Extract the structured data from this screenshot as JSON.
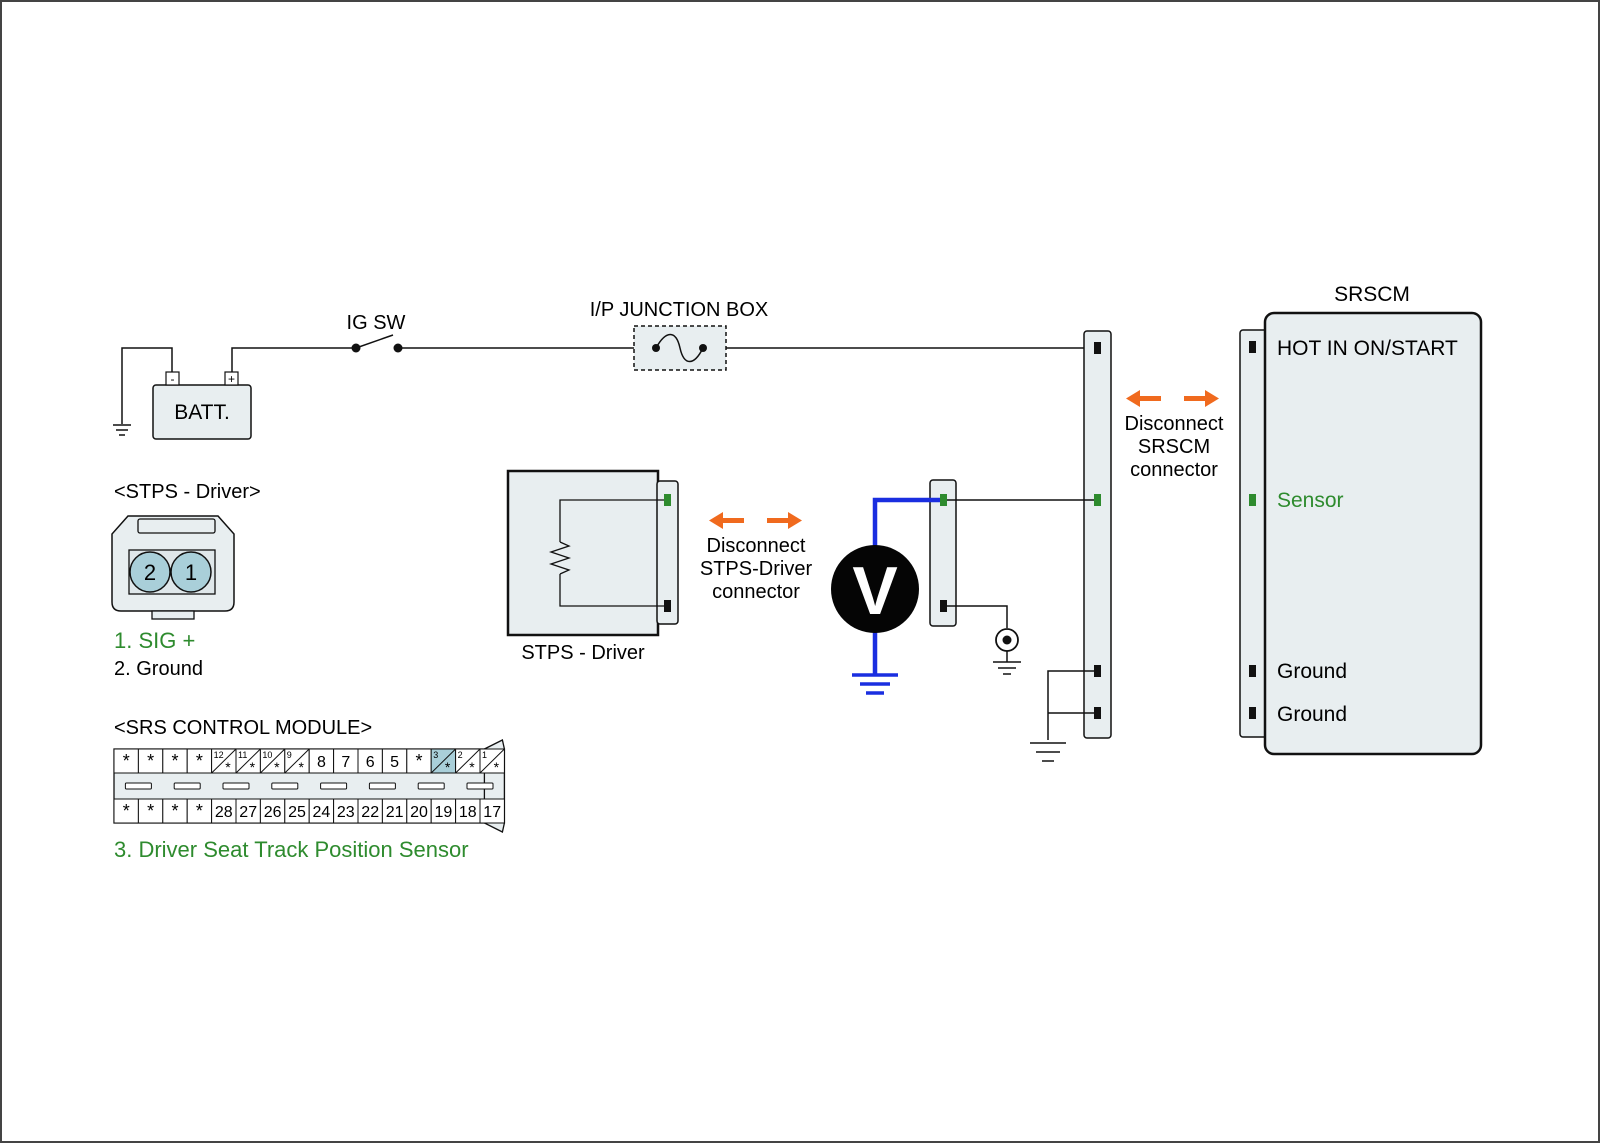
{
  "colors": {
    "wire": "#111111",
    "component_fill": "#e8eef0",
    "signal_green": "#2e8b2e",
    "meter_lead_blue": "#1a2ee0",
    "disconnect_orange": "#f06a1e",
    "pin_highlight": "#a9cfd9",
    "connector_face": "#dfe7ea"
  },
  "labels": {
    "ig_sw": "IG SW",
    "junction_box": "I/P JUNCTION BOX",
    "battery": "BATT.",
    "battery_neg": "-",
    "battery_pos": "+",
    "srscm_title": "SRSCM",
    "srscm_pin_hot": "HOT IN ON/START",
    "srscm_pin_sensor": "Sensor",
    "srscm_pin_ground1": "Ground",
    "srscm_pin_ground2": "Ground",
    "disconnect_srscm": [
      "Disconnect",
      "SRSCM",
      "connector"
    ],
    "disconnect_stps": [
      "Disconnect",
      "STPS-Driver",
      "connector"
    ],
    "stps_component": "STPS - Driver",
    "voltmeter_symbol": "V"
  },
  "stps_connector": {
    "title": "<STPS - Driver>",
    "pins": [
      "2",
      "1"
    ],
    "legend": [
      {
        "text": "1. SIG +",
        "color": "#2e8b2e"
      },
      {
        "text": "2. Ground",
        "color": "#111111"
      }
    ]
  },
  "srs_connector": {
    "title": "<SRS CONTROL MODULE>",
    "top_row": [
      {
        "label": "*"
      },
      {
        "label": "*"
      },
      {
        "label": "*"
      },
      {
        "label": "*"
      },
      {
        "label": "12",
        "split": true
      },
      {
        "label": "11",
        "split": true
      },
      {
        "label": "10",
        "split": true
      },
      {
        "label": "9",
        "split": true
      },
      {
        "label": "8"
      },
      {
        "label": "7"
      },
      {
        "label": "6"
      },
      {
        "label": "5"
      },
      {
        "label": "*"
      },
      {
        "label": "3",
        "split": true,
        "highlight": true
      },
      {
        "label": "2",
        "split": true
      },
      {
        "label": "1",
        "split": true
      }
    ],
    "bottom_row": [
      "*",
      "*",
      "*",
      "*",
      "28",
      "27",
      "26",
      "25",
      "24",
      "23",
      "22",
      "21",
      "20",
      "19",
      "18",
      "17"
    ],
    "split_star": "*",
    "legend": {
      "text": "3. Driver Seat Track Position Sensor",
      "color": "#2e8b2e"
    }
  }
}
